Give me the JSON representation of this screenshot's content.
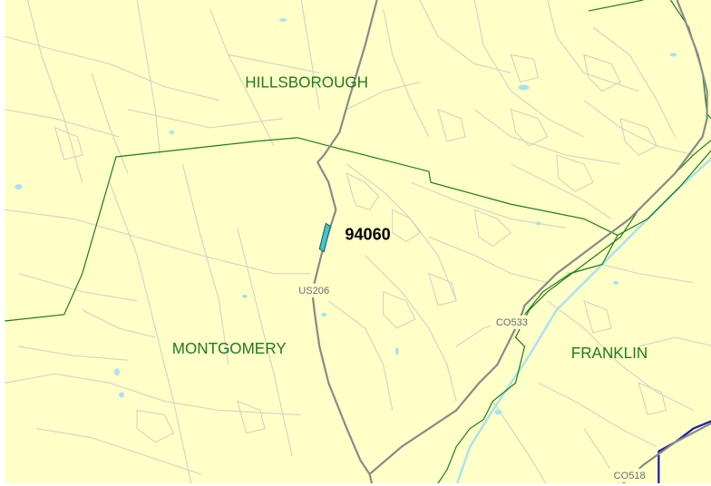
{
  "map": {
    "colors": {
      "land": "#ffffc8",
      "street": "#d4d4c4",
      "highway": "#8a8a8a",
      "boundary": "#1e7d1e",
      "county_boundary": "#1a1aa8",
      "water": "#a8e4f0",
      "site": "#3fc8c8"
    },
    "municipalities": {
      "hillsborough": "HILLSBOROUGH",
      "montgomery": "MONTGOMERY",
      "franklin": "FRANKLIN"
    },
    "site_label": "94060",
    "roads": {
      "us206": "US206",
      "co533": "CO533",
      "co518": "CO518"
    }
  }
}
